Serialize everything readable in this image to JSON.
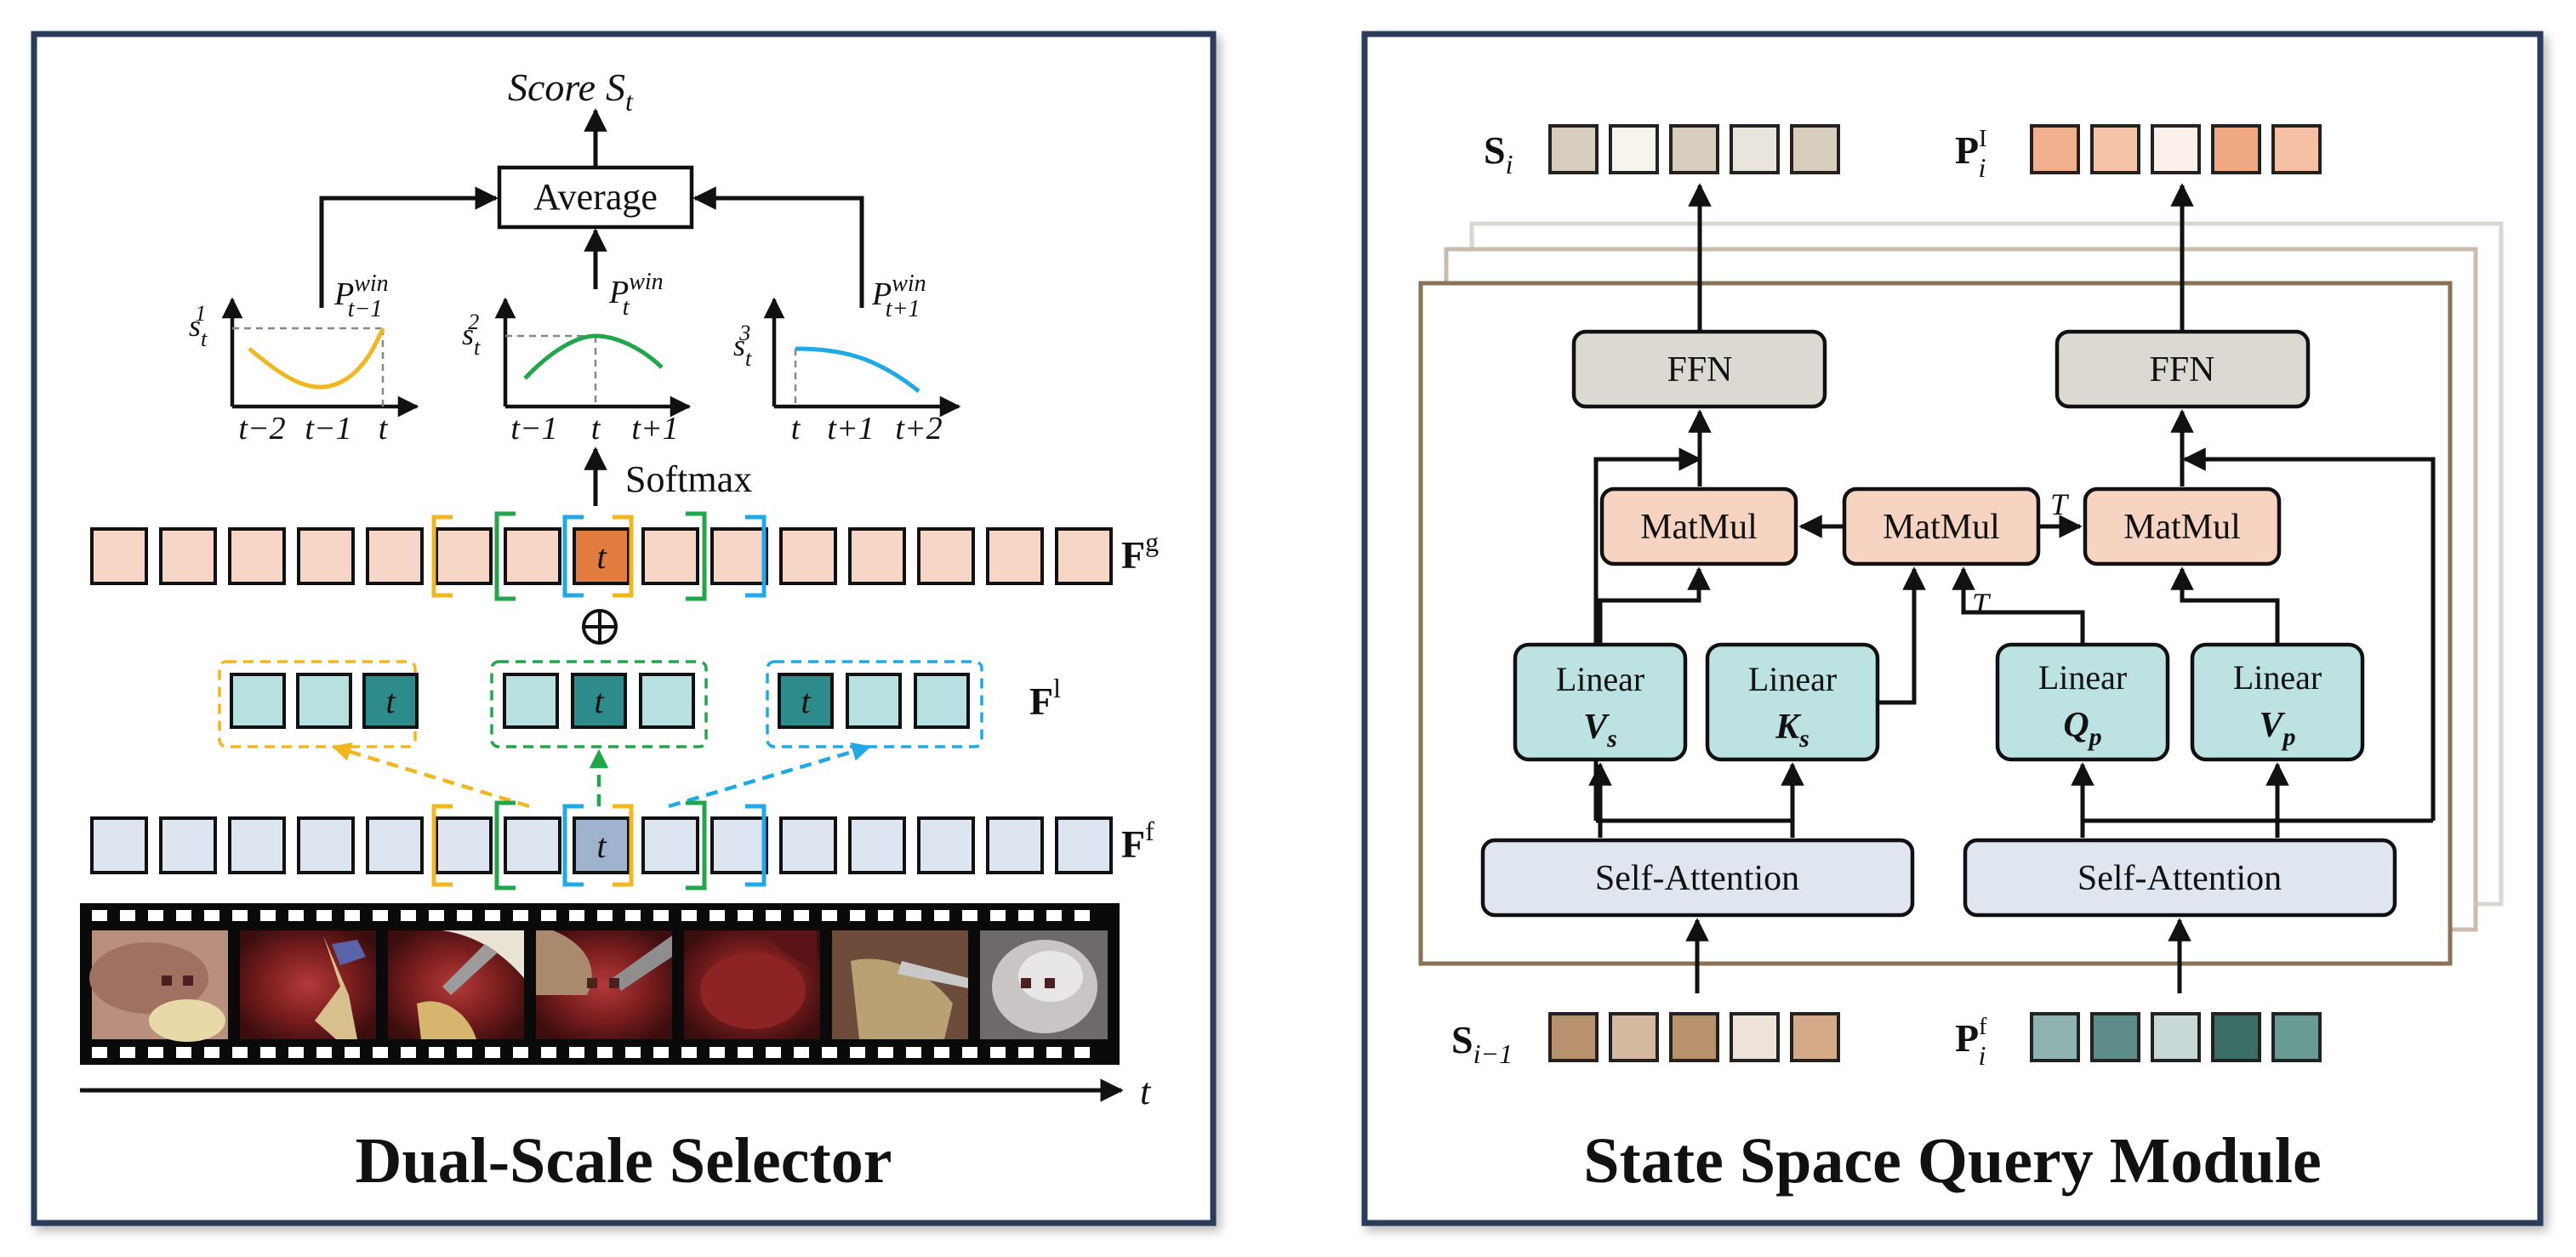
{
  "left_panel": {
    "title": "Dual-Scale Selector",
    "score_label": "Score",
    "score_symbol": "S",
    "score_sub": "t",
    "average_label": "Average",
    "softmax_label": "Softmax",
    "window_prob": {
      "symbol": "P",
      "sup": "win",
      "subs": [
        "t−1",
        "t",
        "t+1"
      ]
    },
    "plot_ylabels": [
      {
        "sub": "t",
        "sup": "1"
      },
      {
        "sub": "t",
        "sup": "2"
      },
      {
        "sub": "t",
        "sup": "3"
      }
    ],
    "plot_xticks": [
      [
        "t−2",
        "t−1",
        "t"
      ],
      [
        "t−1",
        "t",
        "t+1"
      ],
      [
        "t",
        "t+1",
        "t+2"
      ]
    ],
    "plot_colors": [
      "#f2b71d",
      "#22a64b",
      "#1fa9e6"
    ],
    "feature_labels": {
      "global": {
        "base": "F",
        "sup": "g"
      },
      "local": {
        "base": "F",
        "sup": "l"
      },
      "frame": {
        "base": "F",
        "sup": "f"
      }
    },
    "center_token": "t",
    "time_axis_label": "t",
    "colors": {
      "global_cell": "#f5d6c7",
      "global_center": "#e27b3e",
      "local_cell": "#b9e0e0",
      "local_center": "#2e8b8b",
      "frame_cell": "#dde6f0",
      "frame_center": "#9fb3cf",
      "panel_border": "#2a3a5c"
    }
  },
  "right_panel": {
    "title": "State Space Query Module",
    "output_state": {
      "base": "S",
      "sub": "i"
    },
    "output_query": {
      "base": "P",
      "sub": "i",
      "sup": "I"
    },
    "input_state": {
      "base": "S",
      "sub": "i−1"
    },
    "input_query": {
      "base": "P",
      "sub": "i",
      "sup": "f"
    },
    "ffn_label": "FFN",
    "matmul_label": "MatMul",
    "transpose_label": "T",
    "linear_label": "Linear",
    "linear_vars": [
      {
        "base": "V",
        "sub": "s"
      },
      {
        "base": "K",
        "sub": "s"
      },
      {
        "base": "Q",
        "sub": "p"
      },
      {
        "base": "V",
        "sub": "p"
      }
    ],
    "self_attention_label": "Self-Attention",
    "token_colors": {
      "output_state": [
        "#d6cdbd",
        "#f7f4ee",
        "#d6cdbd",
        "#e9e4dc",
        "#d6cdbd"
      ],
      "output_query": [
        "#f0b08e",
        "#f5c4a8",
        "#fbf1ea",
        "#f0a983",
        "#f5c0a3"
      ],
      "input_state": [
        "#b8926c",
        "#d4b9a0",
        "#b8926c",
        "#ede3d8",
        "#d4aa88"
      ],
      "input_query": [
        "#8fb3b0",
        "#5d8c88",
        "#c8d8d6",
        "#3c6e68",
        "#6a9a94"
      ]
    },
    "colors": {
      "ffn_fill": "#dcd8d2",
      "matmul_fill": "#f7d3c2",
      "linear_fill": "#bde2e2",
      "self_attention_fill": "#dfe6f0",
      "stack_border": "#8a7256"
    }
  }
}
